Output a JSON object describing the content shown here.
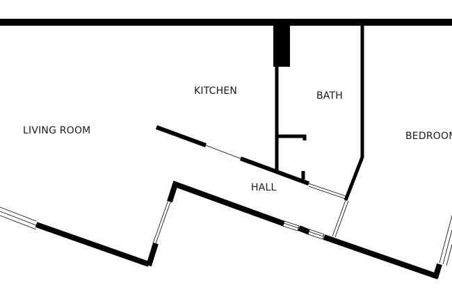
{
  "rooms": {
    "kitchen": "KITCHEN",
    "bath": "BATH",
    "living_room": "LIVING ROOM",
    "bedroom": "BEDROOM",
    "hall": "HALL"
  },
  "colors": {
    "wall": "#000000",
    "background": "#ffffff",
    "label": "#1a1a1a"
  }
}
